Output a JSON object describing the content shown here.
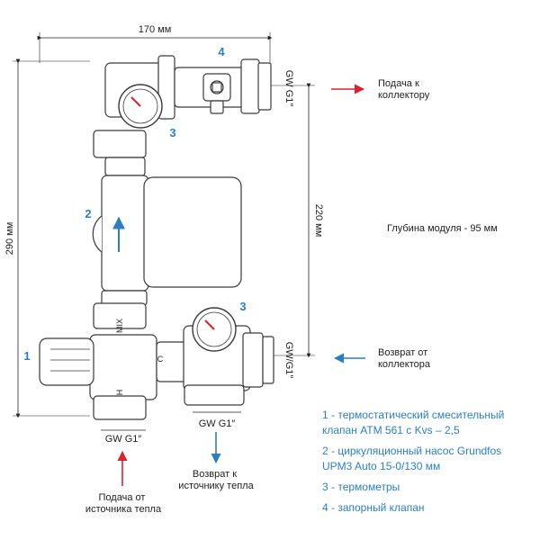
{
  "dimensions": {
    "width": "170 мм",
    "height_total": "290 мм",
    "height_pump": "220 мм",
    "depth": "Глубина модуля - 95 мм"
  },
  "connections": {
    "right_top": "GW G1″",
    "right_bottom": "GW/G1″",
    "bottom_left": "GW G1″",
    "bottom_right": "GW G1″"
  },
  "flows": {
    "supply_collector": "Подача к\nколлектору",
    "return_collector": "Возврат от\nколлектора",
    "supply_source": "Подача от\nисточника тепла",
    "return_source": "Возврат к\nисточнику тепла"
  },
  "markers": {
    "valve_mix": "MIX",
    "valve_c": "C",
    "valve_h": "H"
  },
  "callouts": [
    "1",
    "2",
    "3",
    "3",
    "4"
  ],
  "legend": [
    "1 - термостатический смесительный клапан АТМ 561 с Kvs – 2,5",
    "2 - циркуляционный насос Grundfos UPM3 Auto 15-0/130 мм",
    "3 - термометры",
    "4 - запорный клапан"
  ],
  "colors": {
    "accent_blue": "#2a7fc1",
    "arrow_red": "#d9232e",
    "arrow_blue": "#2a7fc1",
    "outline": "#3a3a3a"
  }
}
